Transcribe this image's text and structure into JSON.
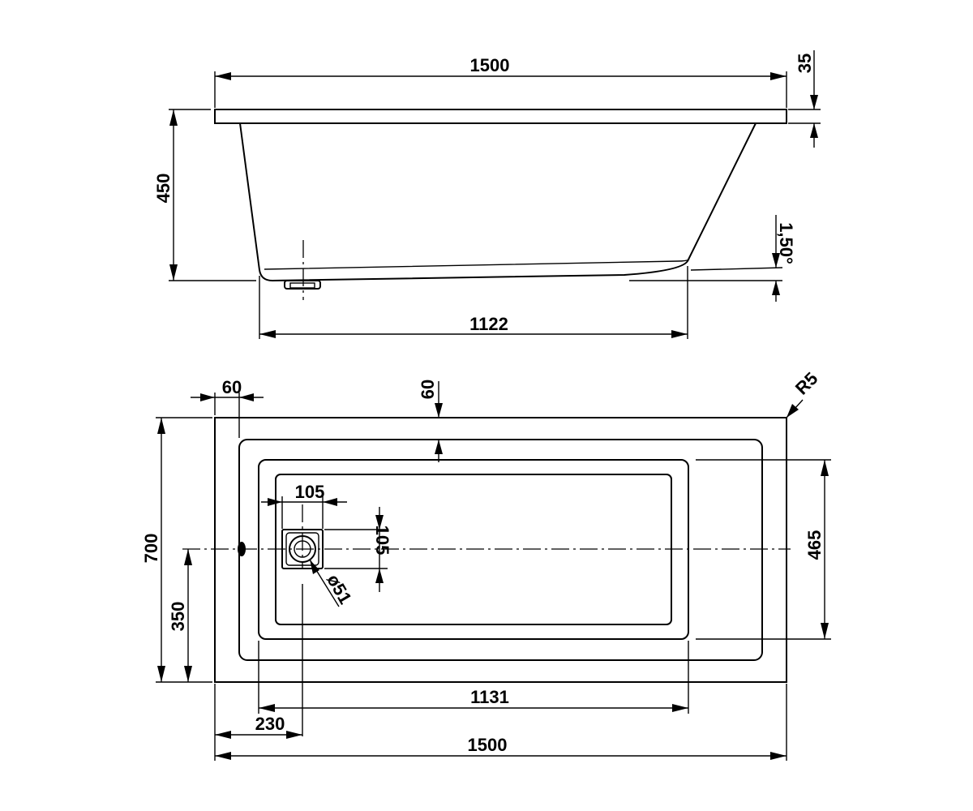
{
  "side_view": {
    "dims": {
      "overall_length": "1500",
      "rim_thickness": "35",
      "height": "450",
      "floor_slope": "1,50°",
      "bottom_length": "1122"
    }
  },
  "top_view": {
    "dims": {
      "rim_left": "60",
      "rim_top": "60",
      "corner_radius": "R5",
      "width": "700",
      "drain_from_side": "350",
      "drain_box_width": "105",
      "drain_box_height": "105",
      "drain_diameter": "ø51",
      "basin_width": "465",
      "basin_length": "1131",
      "drain_from_end": "230",
      "overall_length": "1500"
    }
  }
}
